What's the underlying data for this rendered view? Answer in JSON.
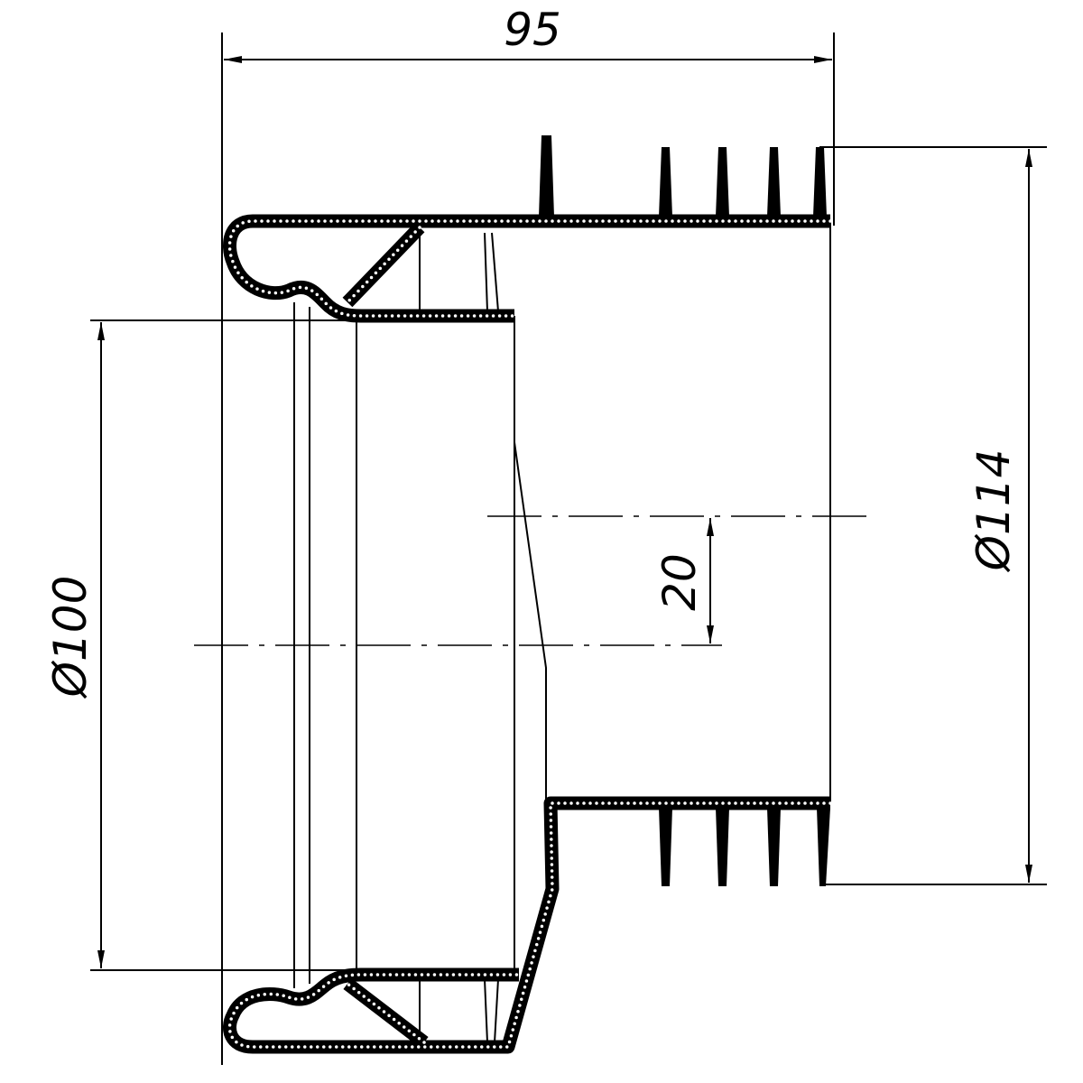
{
  "dimensions": {
    "length": "95",
    "outer_diameter": "Ø114",
    "inner_diameter": "Ø100",
    "offset": "20"
  },
  "colors": {
    "line": "#000000",
    "background": "#ffffff"
  }
}
